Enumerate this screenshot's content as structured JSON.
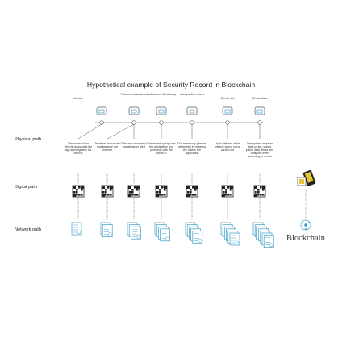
{
  "title": "Hypothetical example of Security Record in Blockchain",
  "rows": {
    "physical": "Physical path",
    "digital": "Digital path",
    "network": "Network path"
  },
  "steps": [
    {
      "label": "Vehicle",
      "icon": "car-icon",
      "description": "The owner of the vehicle downloads the app and registers his vehicle"
    },
    {
      "label": "",
      "icon": "",
      "description": "Deadlines for car rect maintenance are entered"
    },
    {
      "label": "Planned assistance",
      "icon": "wrench-icon",
      "description": "The user receives a maintenance alert"
    },
    {
      "label": "Authorized Workshop",
      "icon": "workshop-truck-icon",
      "description": "The workshop logs into the application and proceeds with the check-in"
    },
    {
      "label": "Intervention sheet",
      "icon": "clipboard-icon",
      "description": "The necessary jobs are performed by entering the data in the application"
    },
    {
      "label": "Check out",
      "icon": "car-check-icon",
      "description": "Upon delivery of the vehicle check out is carried out"
    },
    {
      "label": "Route data",
      "icon": "route-doc-icon",
      "description": "The system acquires data on km, speed, piston data, times and analyzes them according to needs"
    }
  ],
  "blockchain_label": "Blockchain",
  "colors": {
    "accent": "#3aa0c8",
    "line": "#555555",
    "text": "#222222"
  }
}
